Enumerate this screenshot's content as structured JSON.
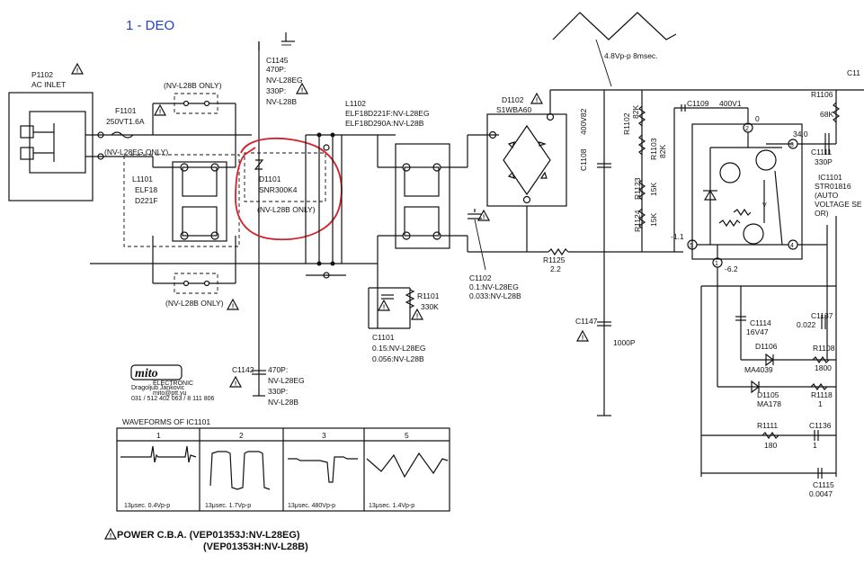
{
  "header": {
    "title": "1 - DEO",
    "top_waveform_label": "4.8Vp-p  8msec."
  },
  "components": {
    "p1102": {
      "ref": "P1102",
      "name": "AC INLET"
    },
    "f1101": {
      "ref": "F1101",
      "value": "250VT1.6A"
    },
    "nv_l28eg_only": "(NV-L28EG ONLY)",
    "nv_l28b_only_top": "(NV-L28B ONLY)",
    "nv_l28b_only_bottom": "(NV-L28B ONLY)",
    "l1101": {
      "ref": "L1101",
      "line1": "ELF18",
      "line2": "D221F"
    },
    "c1145": {
      "ref": "C1145",
      "line1": "470P:",
      "line2": "NV-L28EG",
      "line3": "330P:",
      "line4": "NV-L28B"
    },
    "d1101": {
      "ref": "D1101",
      "value": "SNR300K4",
      "note": "(NV-L28B ONLY)"
    },
    "c1142": {
      "ref": "C1142",
      "line1": "470P:",
      "line2": "NV-L28EG",
      "line3": "330P:",
      "line4": "NV-L28B"
    },
    "l1102": {
      "ref": "L1102",
      "line1": "ELF18D221F:NV-L28EG",
      "line2": "ELF18D290A:NV-L28B"
    },
    "r1101": {
      "ref": "R1101",
      "value": "330K"
    },
    "c1101": {
      "ref": "C1101",
      "line1": "0.15:NV-L28EG",
      "line2": "0.056:NV-L28B"
    },
    "d1102": {
      "ref": "D1102",
      "value": "S1WBA60"
    },
    "c1102": {
      "ref": "C1102",
      "line1": "0.1:NV-L28EG",
      "line2": "0.033:NV-L28B"
    },
    "c1108": {
      "ref": "C1108",
      "value": "400V82"
    },
    "r1102": {
      "ref": "R1102",
      "value": "82K"
    },
    "r1103": {
      "ref": "R1103",
      "value": "82K"
    },
    "r1123": {
      "ref": "R1123",
      "value": "15K"
    },
    "r1124": {
      "ref": "R1124",
      "value": "15K"
    },
    "r1125": {
      "ref": "R1125",
      "value": "2.2"
    },
    "c1109": {
      "ref": "C1109",
      "value": "400V1"
    },
    "r1106": {
      "ref": "R1106",
      "value": "68K"
    },
    "c1111": {
      "ref": "C1111",
      "value": "330P"
    },
    "c11_cut": "C11",
    "ic1101": {
      "ref": "IC1101",
      "line1": "STR01816",
      "line2": "(AUTO",
      "line3": "VOLTAGE SE",
      "line4": "OR)"
    },
    "pins": {
      "p1": "1",
      "p2": "2",
      "p3": "3",
      "p4": "4",
      "p5": "5"
    },
    "voltages": {
      "v0": "0",
      "v34": "34.0",
      "vm11": "-1.1",
      "vm62": "-6.2"
    },
    "c1147": {
      "ref": "C1147",
      "value": "1000P"
    },
    "c1114": {
      "ref": "C1114",
      "value": "16V47"
    },
    "c1137": {
      "ref": "C1137",
      "value": "0.022"
    },
    "d1106": {
      "ref": "D1106",
      "value": "MA4039"
    },
    "r1108": {
      "ref": "R1108",
      "value": "1800"
    },
    "d1105": {
      "ref": "D1105",
      "value": "MA178"
    },
    "r1118": {
      "ref": "R1118",
      "value": "1"
    },
    "r1111": {
      "ref": "R1111",
      "value": "180"
    },
    "c1136": {
      "ref": "C1136",
      "value": "1"
    },
    "c1115": {
      "ref": "C1115",
      "value": "0.0047"
    }
  },
  "stamp": {
    "brand": "mito",
    "sub": "ELECTRONIC",
    "line1": "Dragoljub Jankovic",
    "line2": "mito@ptt.yu",
    "line3": "031 / 512 402     063 / 8 111 806"
  },
  "waveforms": {
    "title": "WAVEFORMS OF IC1101",
    "cells": [
      {
        "num": "1",
        "caption": "13μsec.  0.4Vp-p"
      },
      {
        "num": "2",
        "caption": "13μsec.  1.7Vp-p"
      },
      {
        "num": "3",
        "caption": "13μsec.  480Vp-p"
      },
      {
        "num": "5",
        "caption": "13μsec.   1.4Vp-p"
      }
    ]
  },
  "footer": {
    "line1": "POWER C.B.A. (VEP01353J:NV-L28EG)",
    "line2": "(VEP01353H:NV-L28B)"
  }
}
